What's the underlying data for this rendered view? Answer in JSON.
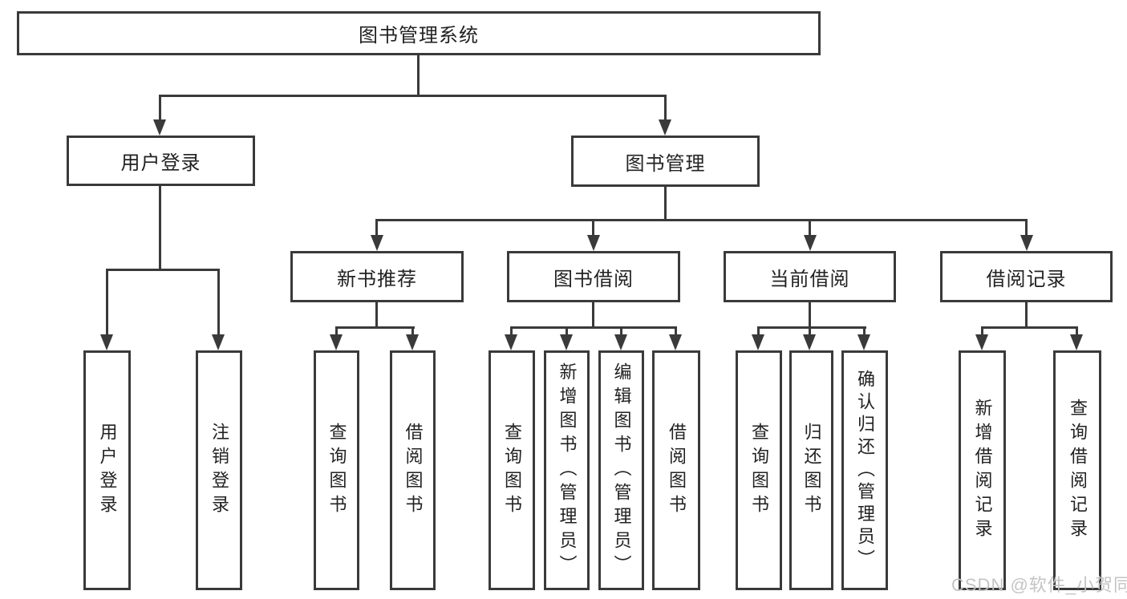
{
  "diagram": {
    "root": "图书管理系统",
    "user_login": {
      "label": "用户登录",
      "children": [
        "用户登录",
        "注销登录"
      ]
    },
    "book_mgmt": {
      "label": "图书管理",
      "sections": [
        {
          "label": "新书推荐",
          "children": [
            "查询图书",
            "借阅图书"
          ]
        },
        {
          "label": "图书借阅",
          "children": [
            "查询图书",
            "新增图书（管理员）",
            "编辑图书（管理员）",
            "借阅图书"
          ]
        },
        {
          "label": "当前借阅",
          "children": [
            "查询图书",
            "归还图书",
            "确认归还（管理员）"
          ]
        },
        {
          "label": "借阅记录",
          "children": [
            "新增借阅记录",
            "查询借阅记录"
          ]
        }
      ]
    }
  },
  "watermark": "CSDN @软件_小贺同学"
}
